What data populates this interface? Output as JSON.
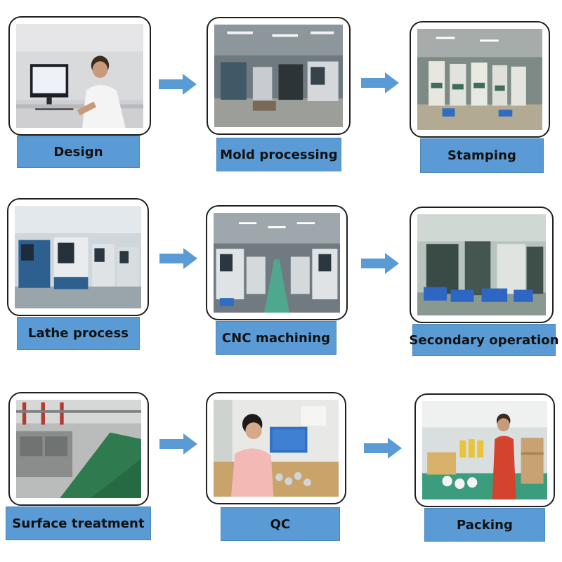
{
  "steps": [
    {
      "label": "Design",
      "image": "engineer-at-computer-photo"
    },
    {
      "label": "Mold processing",
      "image": "mold-workshop-photo"
    },
    {
      "label": "Stamping",
      "image": "stamping-press-photo"
    },
    {
      "label": "Lathe process",
      "image": "lathe-machines-photo"
    },
    {
      "label": "CNC machining",
      "image": "cnc-machine-hall-photo"
    },
    {
      "label": "Secondary operation",
      "image": "secondary-operation-photo"
    },
    {
      "label": "Surface treatment",
      "image": "plating-line-photo"
    },
    {
      "label": "QC",
      "image": "quality-inspection-photo"
    },
    {
      "label": "Packing",
      "image": "packing-station-photo"
    }
  ],
  "colors": {
    "label_fill": "#5b9bd5",
    "arrow_fill": "#5b9bd5",
    "frame_border": "#1f1f1f"
  }
}
